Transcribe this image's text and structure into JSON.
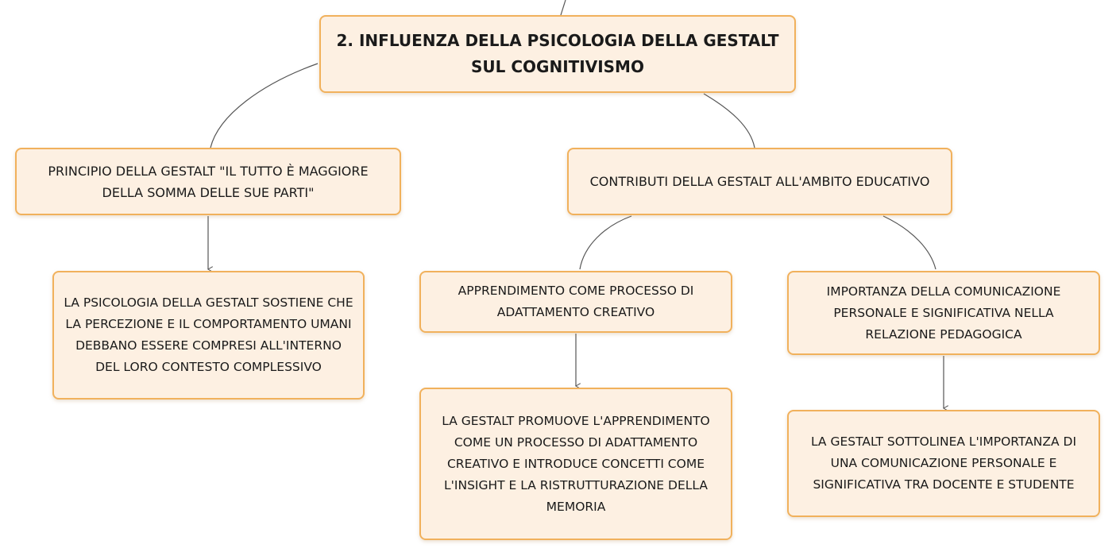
{
  "mindmap": {
    "root": {
      "line1": "2. INFLUENZA DELLA PSICOLOGIA DELLA GESTALT",
      "line2": "SUL COGNITIVISMO"
    },
    "branch_principle": {
      "title": "PRINCIPIO DELLA GESTALT \"IL TUTTO È MAGGIORE DELLA SOMMA DELLE SUE PARTI\"",
      "detail": "LA PSICOLOGIA DELLA GESTALT SOSTIENE CHE LA PERCEZIONE E IL COMPORTAMENTO UMANI DEBBANO ESSERE COMPRESI ALL'INTERNO DEL LORO CONTESTO COMPLESSIVO"
    },
    "branch_contributions": {
      "title": "CONTRIBUTI DELLA GESTALT ALL'AMBITO EDUCATIVO",
      "learning": {
        "title": "APPRENDIMENTO COME PROCESSO DI ADATTAMENTO CREATIVO",
        "detail": "LA GESTALT PROMUOVE L'APPRENDIMENTO COME UN PROCESSO DI ADATTAMENTO CREATIVO E INTRODUCE CONCETTI COME L'INSIGHT E LA RISTRUTTURAZIONE DELLA MEMORIA"
      },
      "communication": {
        "title": "IMPORTANZA DELLA COMUNICAZIONE PERSONALE E SIGNIFICATIVA NELLA RELAZIONE PEDAGOGICA",
        "detail": "LA GESTALT SOTTOLINEA L'IMPORTANZA DI UNA COMUNICAZIONE PERSONALE E SIGNIFICATIVA TRA DOCENTE E STUDENTE"
      }
    }
  },
  "colors": {
    "node_fill": "#fdf0e2",
    "node_border": "#f1b15c",
    "connector": "#555555"
  }
}
